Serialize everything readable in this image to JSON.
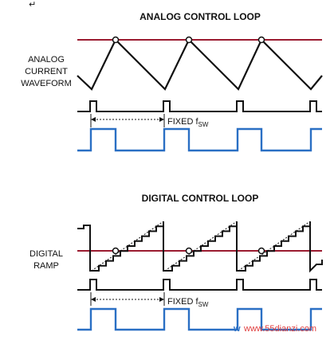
{
  "top": {
    "title": "ANALOG CONTROL LOOP",
    "label_line1": "ANALOG",
    "label_line2": "CURRENT",
    "label_line3": "WAVEFORM",
    "fixed_text": "FIXED f",
    "fixed_sub": "SW"
  },
  "bottom": {
    "title": "DIGITAL CONTROL LOOP",
    "label_line1": "DIGITAL",
    "label_line2": "RAMP",
    "fixed_text": "FIXED f",
    "fixed_sub": "SW"
  },
  "mark": "↵",
  "watermark": {
    "prefix": "w",
    "site": "www.55dianzi.com"
  },
  "colors": {
    "threshold": "#9b1b30",
    "waveform": "#111111",
    "pwm": "#2a6fc4",
    "watermark_site": "#e04040",
    "watermark_prefix": "#2a6fc4"
  }
}
